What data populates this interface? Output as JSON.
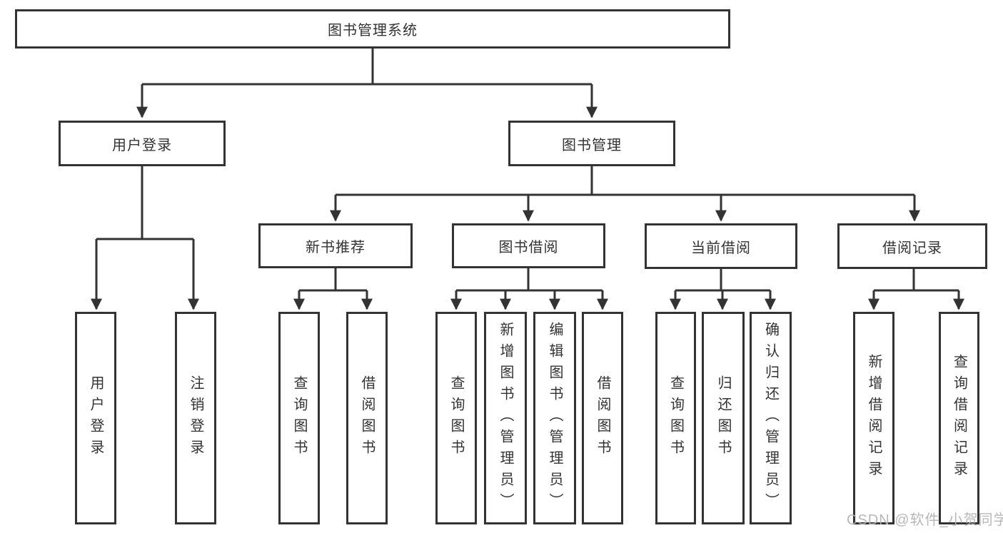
{
  "tree": {
    "label": "图书管理系统",
    "children": [
      {
        "label": "用户登录",
        "children": [
          {
            "label": "用户登录"
          },
          {
            "label": "注销登录"
          }
        ]
      },
      {
        "label": "图书管理",
        "children": [
          {
            "label": "新书推荐",
            "children": [
              {
                "label": "查询图书"
              },
              {
                "label": "借阅图书"
              }
            ]
          },
          {
            "label": "图书借阅",
            "children": [
              {
                "label": "查询图书"
              },
              {
                "label": "新增图书（管理员）"
              },
              {
                "label": "编辑图书（管理员）"
              },
              {
                "label": "借阅图书"
              }
            ]
          },
          {
            "label": "当前借阅",
            "children": [
              {
                "label": "查询图书"
              },
              {
                "label": "归还图书"
              },
              {
                "label": "确认归还（管理员）"
              }
            ]
          },
          {
            "label": "借阅记录",
            "children": [
              {
                "label": "新增借阅记录"
              },
              {
                "label": "查询借阅记录"
              }
            ]
          }
        ]
      }
    ]
  },
  "watermark": "CSDN @软件_小贺同学",
  "colors": {
    "line": "#333333",
    "box_border": "#333333",
    "text": "#333333",
    "watermark": "#b2b2b2",
    "background": "#ffffff"
  }
}
